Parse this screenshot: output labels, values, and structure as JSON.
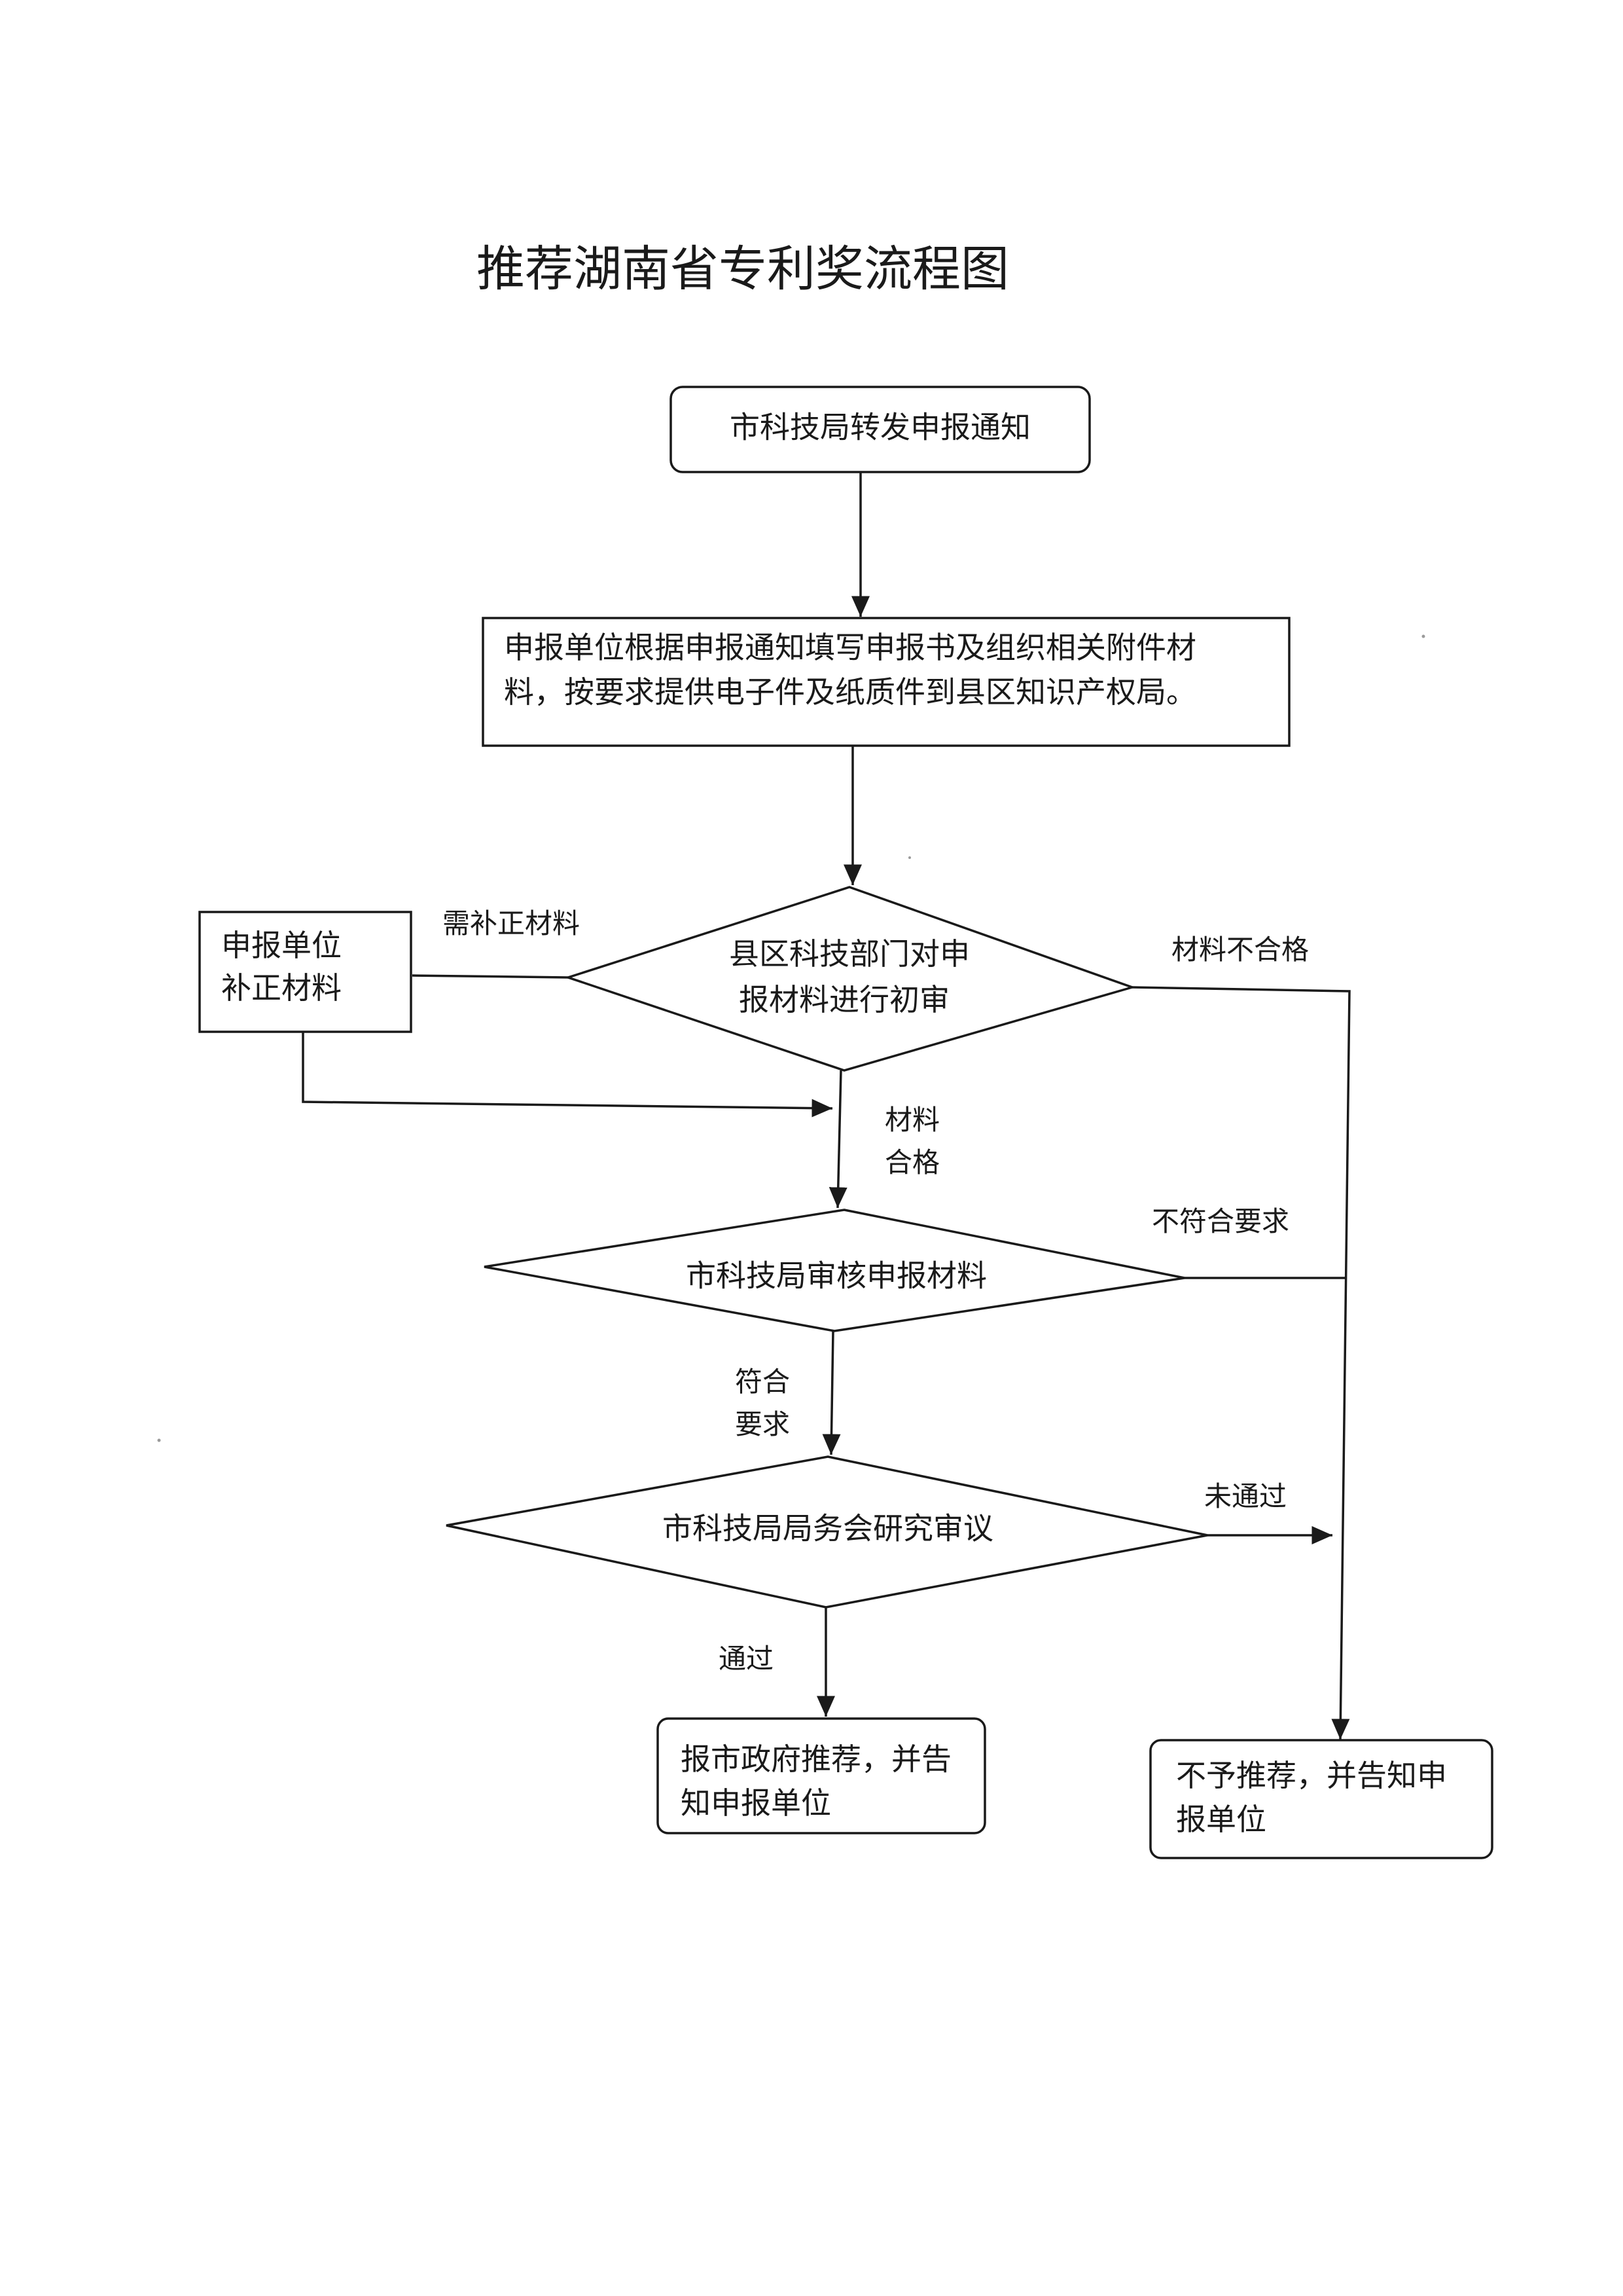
{
  "title": "推荐湖南省专利奖流程图",
  "nodes": {
    "notice": {
      "text": "市科技局转发申报通知"
    },
    "fill_form": {
      "lines": [
        "申报单位根据申报通知填写申报书及组织相关附件材",
        "料，按要求提供电子件及纸质件到县区知识产权局。"
      ]
    },
    "supplement": {
      "lines": [
        "申报单位",
        "补正材料"
      ]
    },
    "initial_review": {
      "lines": [
        "县区科技部门对申",
        "报材料进行初审"
      ]
    },
    "city_review": {
      "text": "市科技局审核申报材料"
    },
    "bureau_meeting": {
      "text": "市科技局局务会研究审议"
    },
    "recommend": {
      "lines": [
        "报市政府推荐，并告",
        "知申报单位"
      ]
    },
    "reject": {
      "lines": [
        "不予推荐，并告知申",
        "报单位"
      ]
    }
  },
  "edges": {
    "need_supplement": {
      "text": "需补正材料"
    },
    "materials_unqualified": {
      "text": "材料不合格"
    },
    "materials_qualified": {
      "lines": [
        "材料",
        "合格"
      ]
    },
    "not_compliant": {
      "text": "不符合要求"
    },
    "compliant": {
      "lines": [
        "符合",
        "要求"
      ]
    },
    "not_passed": {
      "text": "未通过"
    },
    "passed": {
      "text": "通过"
    }
  }
}
